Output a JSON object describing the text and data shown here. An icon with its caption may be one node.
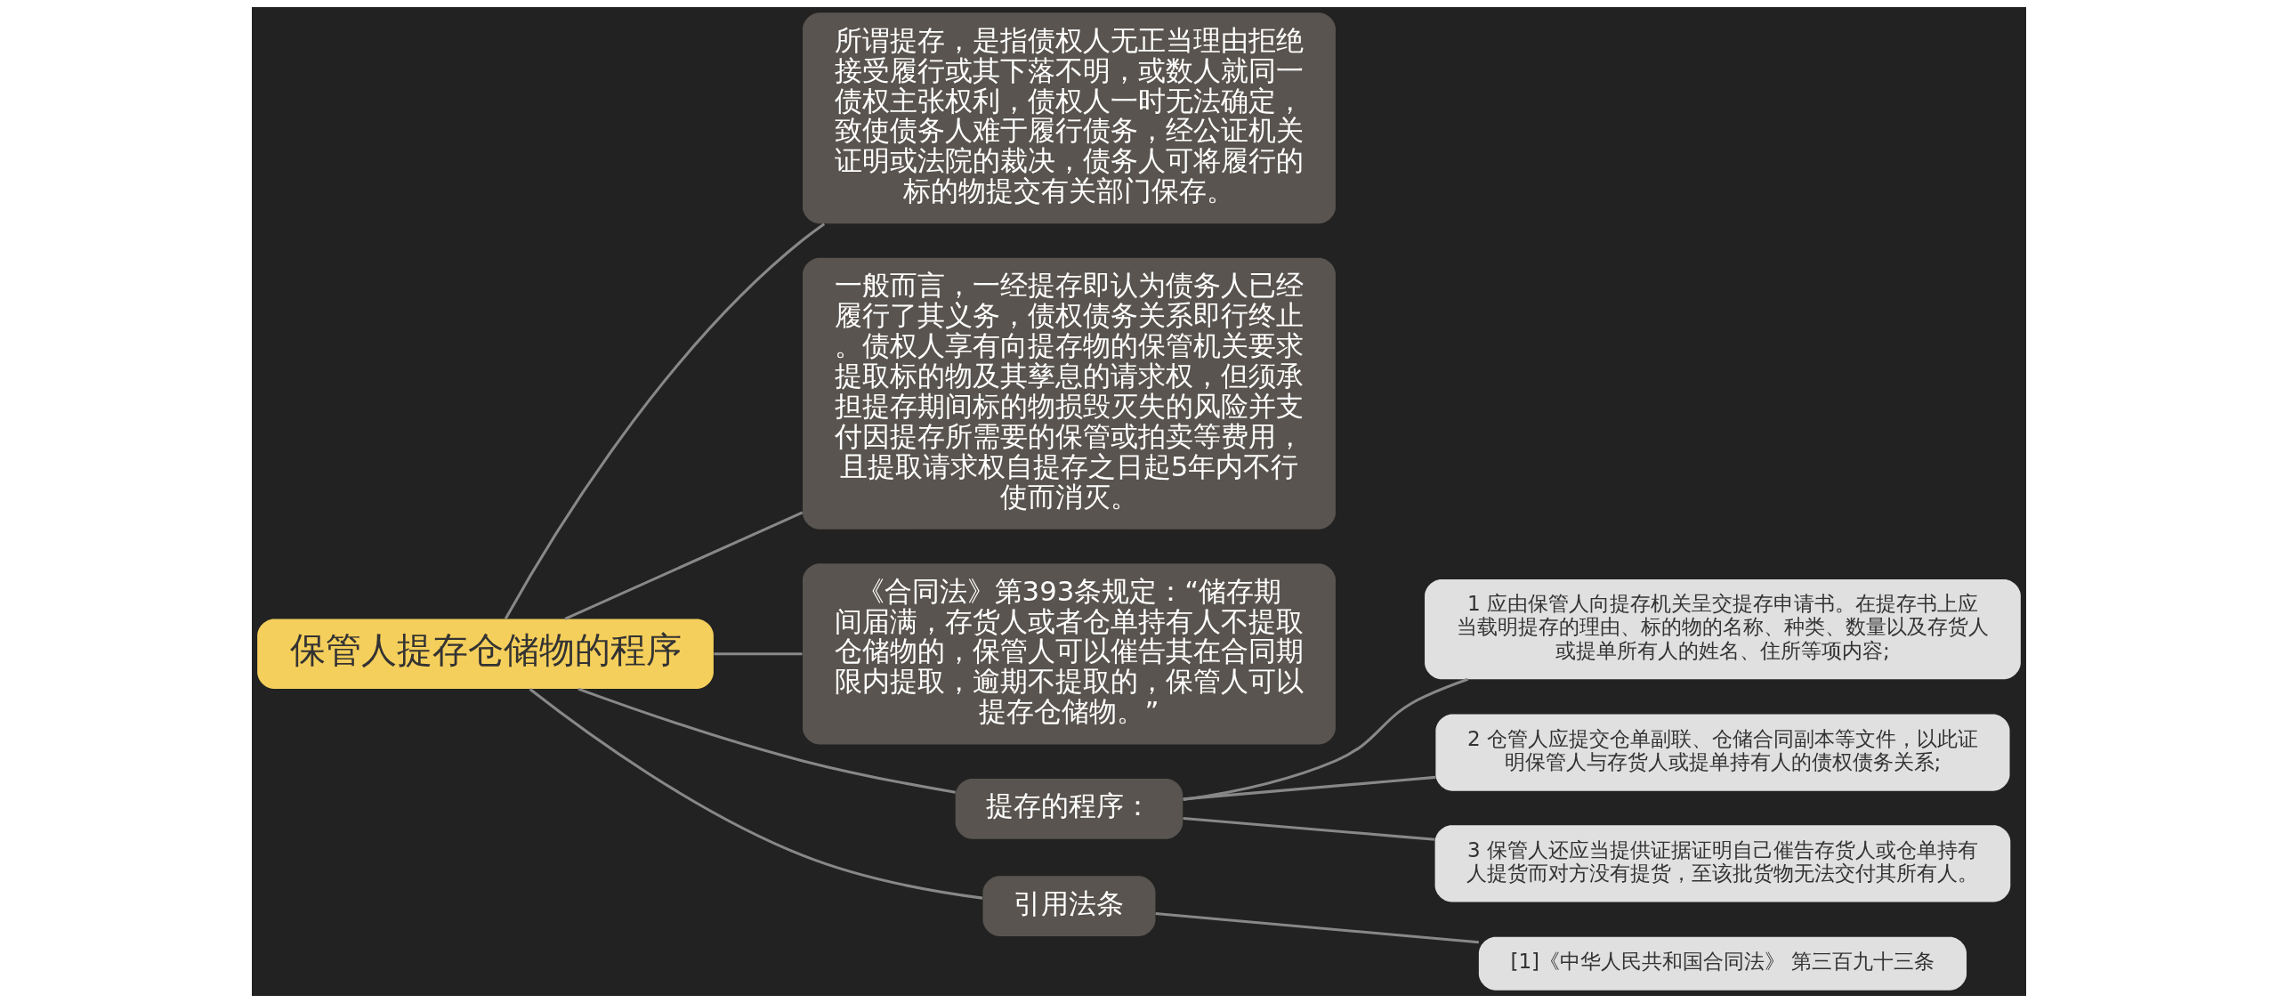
{
  "diagram": {
    "nodes": [
      {
        "text": [
          "保管人提存仓储物的程序"
        ]
      },
      {
        "text": [
          "所谓提存，是指债权人无正当理由拒绝接受履行或其下落不明，或数人就同一债权主张权利，债权人一时无法确定，致使债务人难于履行债务，经公证机关证明或法院的裁决，债务人可将履行的标的物提交有关部门保存。"
        ]
      },
      {
        "text": [
          "一般而言，一经提存即认为债务人已经履行了其义务，债权债务关系即行终止。债权人享有向提存物的保管机关要求提取标的物及其孳息的请求权，但须承担提存期间标的物损毁灭失的风险并支付因提存所需要的保管或拍卖等费用，且提取请求权自提存之日起5年内不行使而消灭。"
        ]
      },
      {
        "text": [
          "《合同法》第393条规定：“储存期间届满，存货人或者仓单持有人不提取仓储物的，保管人可以催告其在合同期限内提取，逾期不提取的，保管人可以提存仓储物。”"
        ]
      },
      {
        "text": [
          "提存的程序："
        ]
      },
      {
        "text": [
          "1 应由保管人向提存机关呈交提存申请书。在提存书上应当载明提存的理由、标的物的名称、种类、数量以及存货人或提单所有人的姓名、住所等项内容;"
        ]
      },
      {
        "text": [
          "2 仓管人应提交仓单副联、仓储合同副本等文件，以此证明保管人与存货人或提单持有人的债权债务关系;"
        ]
      },
      {
        "text": [
          "3 保管人还应当提供证据证明自己催告存货人或仓单持有人提货而对方没有提货，至该批货物无法交付其所有人。"
        ]
      },
      {
        "text": [
          "引用法条"
        ]
      },
      {
        "text": [
          "[1]《中华人民共和国合同法》 第三百九十三条"
        ]
      }
    ],
    "edges": [
      {
        "from": 0,
        "to": 1,
        "arrow": "none"
      },
      {
        "from": 0,
        "to": 2,
        "arrow": "none"
      },
      {
        "from": 0,
        "to": 3,
        "arrow": "none"
      },
      {
        "from": 0,
        "to": 4,
        "arrow": "none"
      },
      {
        "from": 4,
        "to": 5,
        "arrow": "none"
      },
      {
        "from": 4,
        "to": 6,
        "arrow": "none"
      },
      {
        "from": 4,
        "to": 7,
        "arrow": "none"
      },
      {
        "from": 0,
        "to": 8,
        "arrow": "none"
      },
      {
        "from": 8,
        "to": 9,
        "arrow": "none"
      }
    ]
  }
}
